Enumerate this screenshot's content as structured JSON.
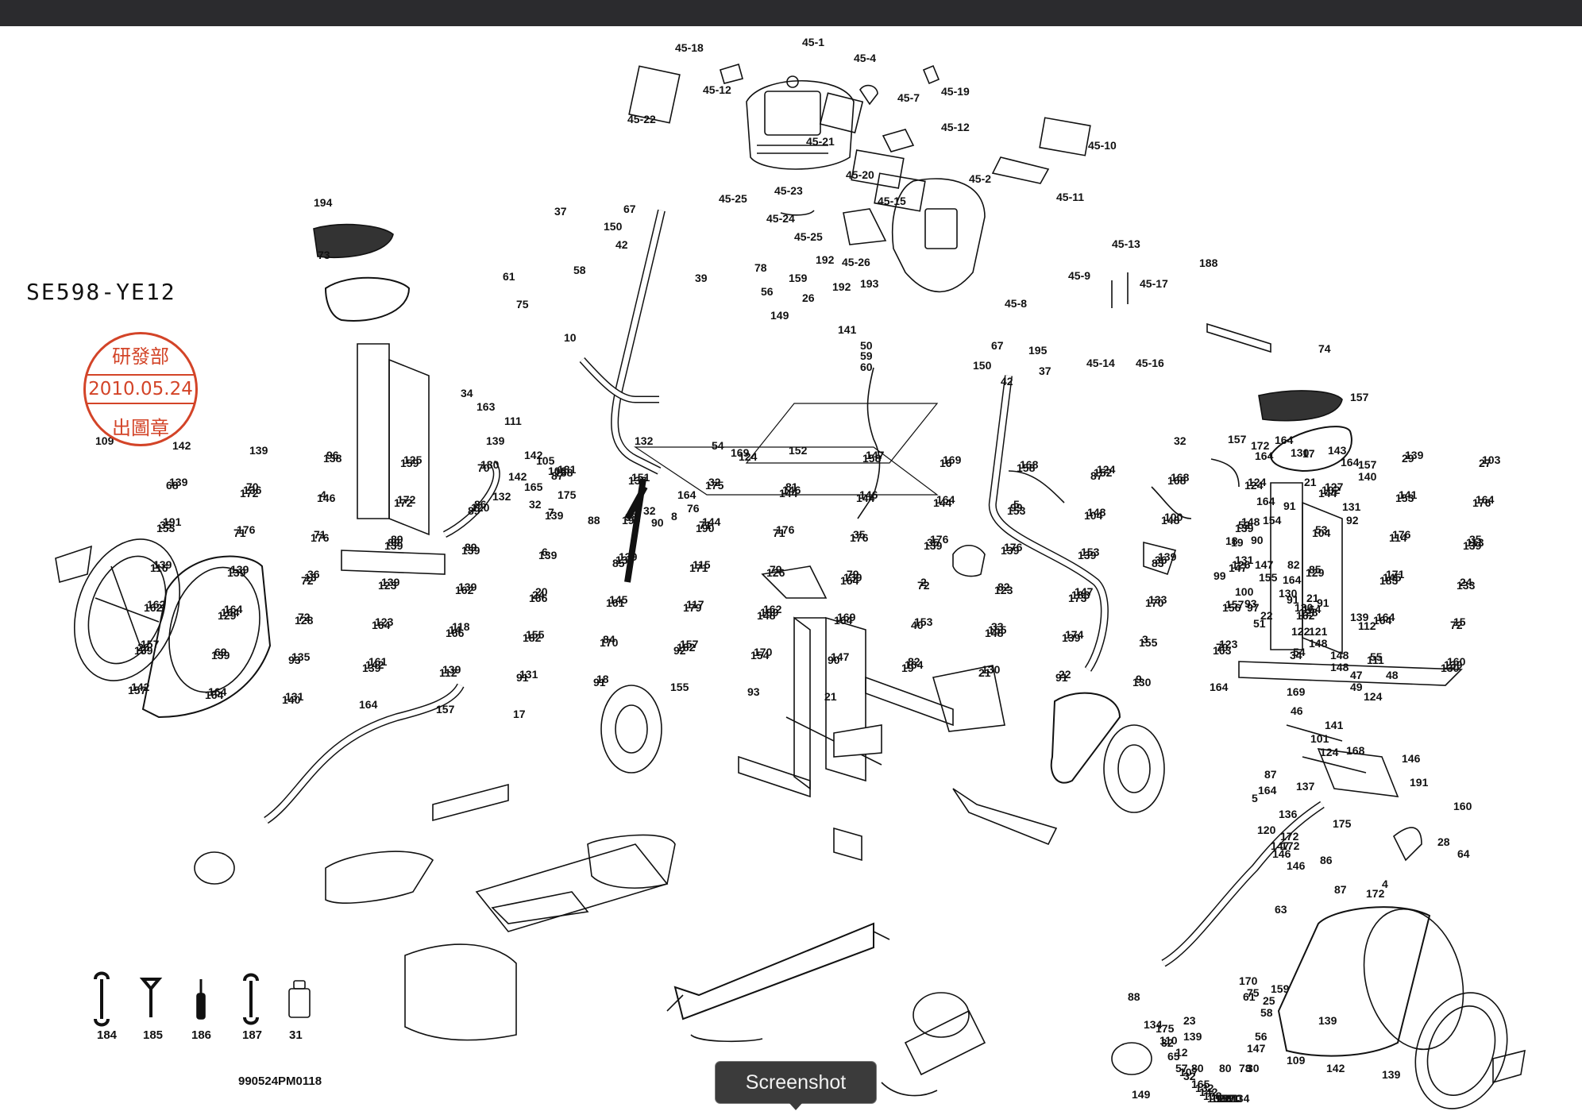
{
  "drawing": {
    "model_number": "SE598-YE12",
    "drawing_code": "990524PM0118",
    "stamp": {
      "line1": "研發部",
      "line2": "2010.05.24",
      "line3": "出圖章",
      "color": "#d34428"
    },
    "tools": [
      {
        "number": "184",
        "icon": "wrench-icon"
      },
      {
        "number": "185",
        "icon": "t-wrench-icon"
      },
      {
        "number": "186",
        "icon": "screwdriver-icon"
      },
      {
        "number": "187",
        "icon": "combination-wrench-icon"
      },
      {
        "number": "31",
        "icon": "bottle-icon"
      }
    ],
    "part_labels": [
      "45-1",
      "45-18",
      "45-4",
      "45-12",
      "45-22",
      "45-7",
      "45-19",
      "45-12",
      "45-21",
      "45-10",
      "45-20",
      "45-15",
      "45-2",
      "45-25",
      "45-23",
      "45-24",
      "45-25",
      "45-26",
      "45-11",
      "194",
      "37",
      "67",
      "150",
      "42",
      "39",
      "58",
      "61",
      "75",
      "73",
      "188",
      "78",
      "56",
      "159",
      "192",
      "192",
      "26",
      "149",
      "141",
      "193",
      "45-13",
      "45-8",
      "45-9",
      "45-17",
      "45-14",
      "45-16",
      "10",
      "50",
      "59",
      "60",
      "67",
      "150",
      "42",
      "37",
      "195",
      "74",
      "157",
      "164",
      "17",
      "164",
      "157",
      "140",
      "164",
      "130",
      "157",
      "164",
      "21",
      "19",
      "91",
      "147",
      "82",
      "155",
      "164",
      "93",
      "22",
      "130",
      "91",
      "130",
      "21",
      "91",
      "139",
      "112",
      "34",
      "163",
      "111",
      "139",
      "142",
      "132",
      "165",
      "32",
      "105",
      "175",
      "88",
      "142",
      "106",
      "32",
      "8",
      "76",
      "169",
      "124",
      "164",
      "90",
      "131",
      "92",
      "154",
      "18",
      "90",
      "131",
      "99",
      "100",
      "97",
      "51",
      "122",
      "121",
      "148",
      "148",
      "148",
      "47",
      "49",
      "48",
      "46",
      "141",
      "101",
      "124",
      "168",
      "87",
      "137",
      "164",
      "5",
      "136",
      "120",
      "172",
      "146",
      "172",
      "146",
      "175",
      "86",
      "87",
      "4",
      "172",
      "146",
      "191",
      "160",
      "28",
      "64",
      "147",
      "63",
      "25",
      "139",
      "147",
      "30",
      "109",
      "142",
      "139",
      "159",
      "170",
      "23",
      "134",
      "110",
      "139",
      "12",
      "80",
      "80",
      "78",
      "149",
      "56",
      "61",
      "75",
      "58",
      "88",
      "175",
      "32",
      "65",
      "57",
      "107",
      "32",
      "165",
      "132",
      "142",
      "108",
      "139",
      "110",
      "159",
      "23",
      "170",
      "11",
      "134",
      "109",
      "142",
      "139",
      "96",
      "125",
      "180",
      "181",
      "132",
      "54",
      "152",
      "147",
      "169",
      "168",
      "124",
      "32",
      "172",
      "143",
      "139",
      "103",
      "139",
      "70",
      "138",
      "159",
      "70",
      "138",
      "151",
      "32",
      "81",
      "158",
      "16",
      "158",
      "152",
      "168",
      "124",
      "127",
      "29",
      "27",
      "68",
      "136",
      "4",
      "172",
      "86",
      "87",
      "137",
      "175",
      "146",
      "146",
      "164",
      "5",
      "87",
      "168",
      "124",
      "102",
      "141",
      "164",
      "191",
      "172",
      "146",
      "172",
      "120",
      "7",
      "98",
      "144",
      "144",
      "144",
      "144",
      "99",
      "148",
      "100",
      "148",
      "144",
      "153",
      "176",
      "35",
      "176",
      "71",
      "89",
      "89",
      "139",
      "190",
      "71",
      "176",
      "35",
      "176",
      "153",
      "104",
      "148",
      "52",
      "53",
      "176",
      "35",
      "153",
      "71",
      "176",
      "89",
      "89",
      "6",
      "139",
      "190",
      "71",
      "176",
      "35",
      "176",
      "153",
      "139",
      "139",
      "104",
      "114",
      "113",
      "139",
      "139",
      "36",
      "139",
      "139",
      "139",
      "139",
      "115",
      "79",
      "79",
      "139",
      "139",
      "139",
      "36",
      "126",
      "85",
      "171",
      "139",
      "116",
      "139",
      "13",
      "139",
      "139",
      "20",
      "85",
      "171",
      "126",
      "139",
      "2",
      "82",
      "147",
      "83",
      "147",
      "129",
      "145",
      "24",
      "162",
      "164",
      "72",
      "123",
      "162",
      "24",
      "145",
      "117",
      "162",
      "164",
      "72",
      "123",
      "183",
      "133",
      "157",
      "164",
      "183",
      "133",
      "162",
      "164",
      "72",
      "123",
      "118",
      "166",
      "161",
      "179",
      "189",
      "169",
      "153",
      "33",
      "173",
      "170",
      "156",
      "128",
      "164",
      "15",
      "157",
      "129",
      "128",
      "164",
      "14",
      "155",
      "84",
      "157",
      "148",
      "164",
      "40",
      "155",
      "174",
      "3",
      "123",
      "162",
      "164",
      "72",
      "26",
      "69",
      "135",
      "161",
      "166",
      "182",
      "170",
      "182",
      "170",
      "147",
      "82",
      "148",
      "139",
      "155",
      "70",
      "54",
      "55",
      "160",
      "139",
      "139",
      "93",
      "142",
      "139",
      "131",
      "18",
      "92",
      "154",
      "90",
      "164",
      "130",
      "22",
      "9",
      "163",
      "34",
      "111",
      "139",
      "142",
      "164",
      "131",
      "139",
      "112",
      "91",
      "91",
      "155",
      "93",
      "21",
      "19",
      "21",
      "91",
      "130",
      "164",
      "169",
      "124",
      "130",
      "157",
      "164",
      "140",
      "164",
      "157",
      "17"
    ]
  }
}
